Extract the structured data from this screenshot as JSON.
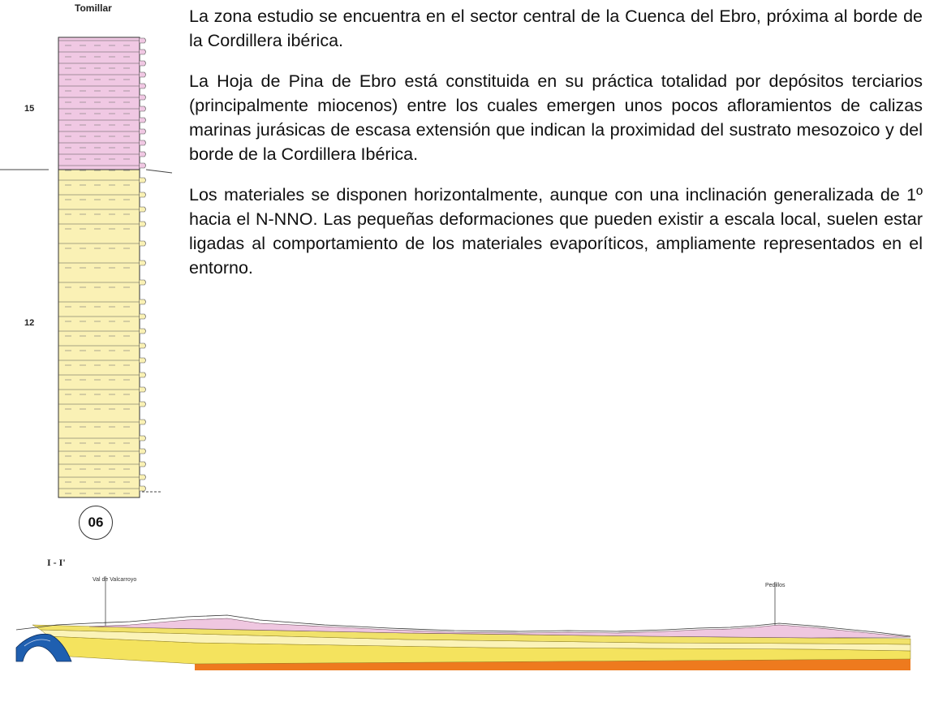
{
  "column": {
    "title": "Tomillar",
    "unit_upper": "15",
    "unit_lower": "12",
    "sheet_number": "06",
    "colors": {
      "upper_unit": "#f0c8e3",
      "lower_unit": "#faf1b5"
    }
  },
  "paragraphs": [
    "La zona estudio se encuentra en el sector central de la Cuenca del Ebro, próxima al borde de la Cordillera ibérica.",
    "La Hoja de Pina de Ebro está constituida en su práctica totalidad por depósitos terciarios (principalmente miocenos) entre los cuales emergen unos pocos afloramientos de calizas marinas jurásicas de escasa extensión que indican la proximidad del sustrato mesozoico y del borde de la Cordillera Ibérica.",
    "Los materiales se disponen horizontalmente, aunque con una inclinación generalizada de 1º hacia el N-NNO. Las pequeñas deformaciones que pueden existir a escala local, suelen estar ligadas al comportamiento de los materiales evaporíticos, ampliamente representados en el entorno."
  ],
  "section": {
    "label": "I - I'",
    "place_left": "Val de Valcarroyo",
    "place_right": "Pedillos",
    "colors": {
      "jurassic": "#1f5fb0",
      "pink": "#efc7e0",
      "yellow": "#f4e35e",
      "pale": "#fbf3b8",
      "orange": "#ee7a1e",
      "teal": "#7fc9c9"
    }
  }
}
